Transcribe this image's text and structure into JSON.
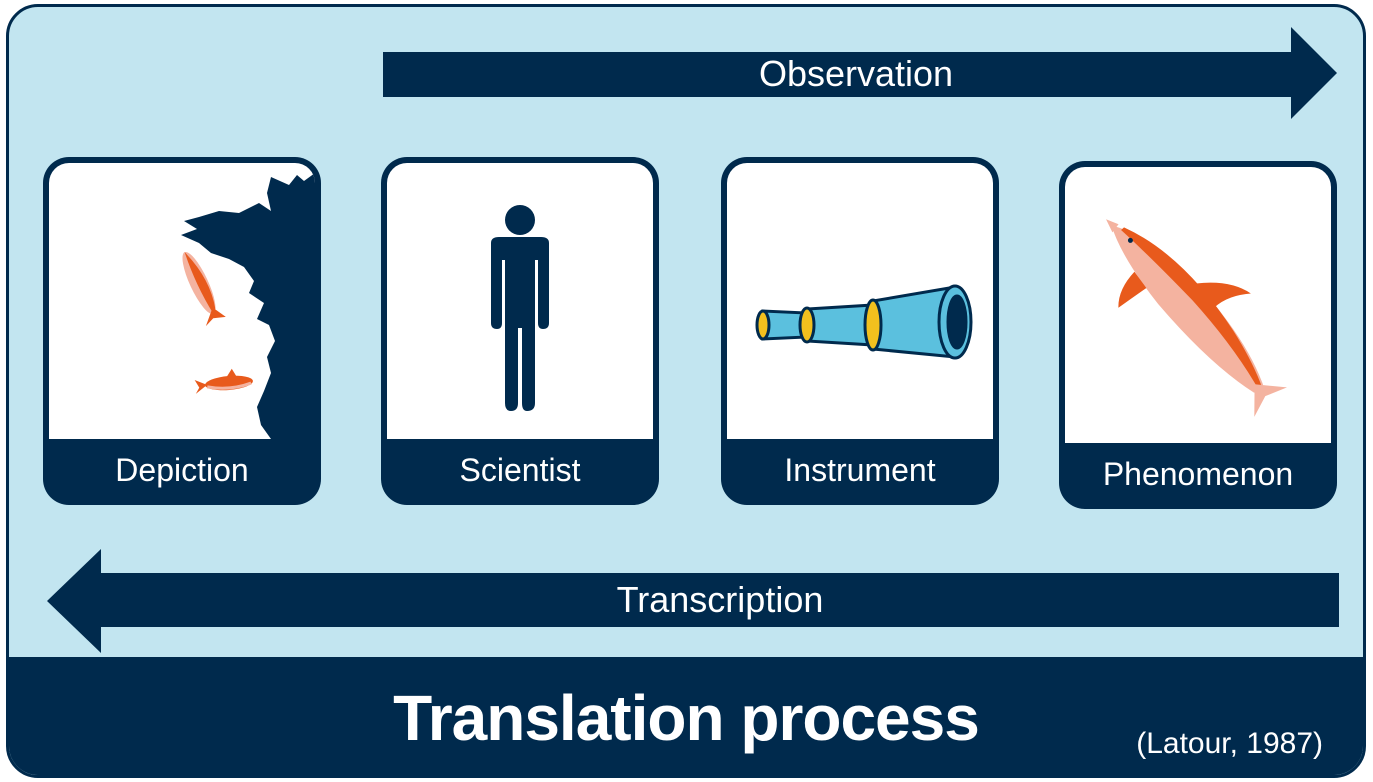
{
  "arrows": {
    "top_label": "Observation",
    "bottom_label": "Transcription"
  },
  "cards": [
    {
      "label": "Depiction",
      "icon": "map-coast-dolphins-icon"
    },
    {
      "label": "Scientist",
      "icon": "person-icon"
    },
    {
      "label": "Instrument",
      "icon": "telescope-icon"
    },
    {
      "label": "Phenomenon",
      "icon": "dolphin-icon"
    }
  ],
  "footer": {
    "title": "Translation process",
    "citation": "(Latour, 1987)"
  },
  "colors": {
    "navy": "#002a4d",
    "light_blue": "#c2e5f0",
    "telescope": "#5bc0de",
    "accent_yellow": "#f2c01e",
    "dolphin_orange": "#e85a1c",
    "dolphin_pink": "#f4b3a0"
  }
}
